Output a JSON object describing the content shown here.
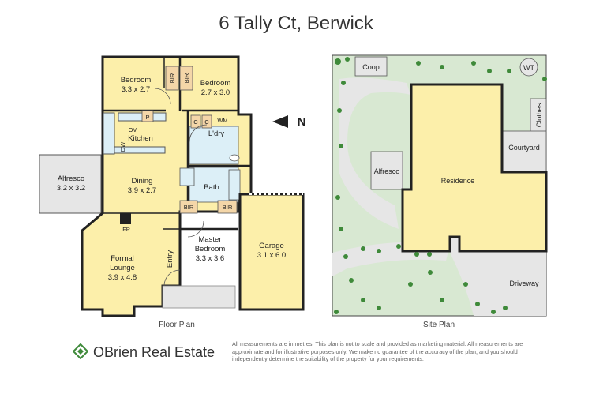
{
  "title": "6 Tally Ct, Berwick",
  "floor_plan": {
    "caption": "Floor Plan",
    "compass": "N",
    "rooms": {
      "bedroom1": {
        "name": "Bedroom",
        "size": "3.3 x 2.7"
      },
      "bedroom2": {
        "name": "Bedroom",
        "size": "2.7 x 3.0"
      },
      "kitchen": {
        "name": "Kitchen"
      },
      "laundry": {
        "name": "L'dry"
      },
      "alfresco": {
        "name": "Alfresco",
        "size": "3.2 x 3.2"
      },
      "dining": {
        "name": "Dining",
        "size": "3.9 x 2.7"
      },
      "bath": {
        "name": "Bath"
      },
      "master": {
        "name": "Master",
        "name2": "Bedroom",
        "size": "3.3 x 3.6"
      },
      "garage": {
        "name": "Garage",
        "size": "3.1 x 6.0"
      },
      "lounge": {
        "name": "Formal",
        "name2": "Lounge",
        "size": "3.9 x 4.8"
      },
      "entry": {
        "name": "Entry"
      }
    },
    "labels": {
      "bir": "BIR",
      "pantry": "P",
      "oven": "OV",
      "dishwasher": "DW",
      "cupboard": "C",
      "washing_machine": "WM",
      "fireplace": "FP"
    }
  },
  "site_plan": {
    "caption": "Site Plan",
    "labels": {
      "coop": "Coop",
      "water_tank": "WT",
      "clothes": "Clothes",
      "courtyard": "Courtyard",
      "alfresco": "Alfresco",
      "residence": "Residence",
      "driveway": "Driveway"
    }
  },
  "footer": {
    "brand": "OBrien Real Estate",
    "disclaimer": "All measurements are in metres. This plan is not to scale and provided as marketing material. All measurements are approximate and for illustrative purposes only. We make no guarantee of the accuracy of the plan, and you should independently determine the suitability of the property for your requirements."
  },
  "colors": {
    "room_fill": "#FCEFAA",
    "wet_fill": "#DCEFF7",
    "bir_fill": "#F4D6A8",
    "outdoor_fill": "#E6E6E6",
    "lawn_fill": "#D8E8D2",
    "tree_green": "#3F8A3A",
    "wall": "#222222"
  }
}
